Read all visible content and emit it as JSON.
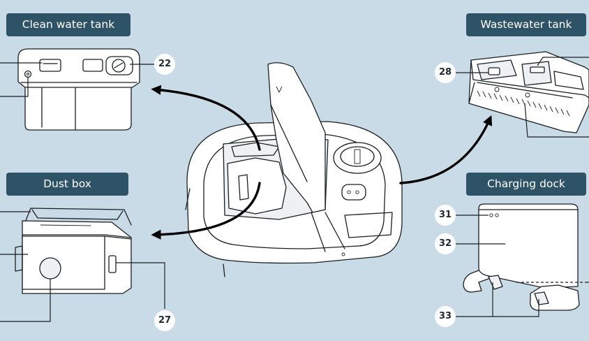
{
  "labels": {
    "clean_water_tank": "Clean water tank",
    "wastewater_tank": "Wastewater tank",
    "dust_box": "Dust box",
    "charging_dock": "Charging dock"
  },
  "callouts": {
    "c22": "22",
    "c27": "27",
    "c28": "28",
    "c31": "31",
    "c32": "32",
    "c33": "33"
  },
  "colors": {
    "background": "#c9dbe6",
    "label_fill": "#2e5366",
    "label_text": "#ffffff",
    "callout_fill": "#ffffff",
    "line": "#1b1f22"
  }
}
